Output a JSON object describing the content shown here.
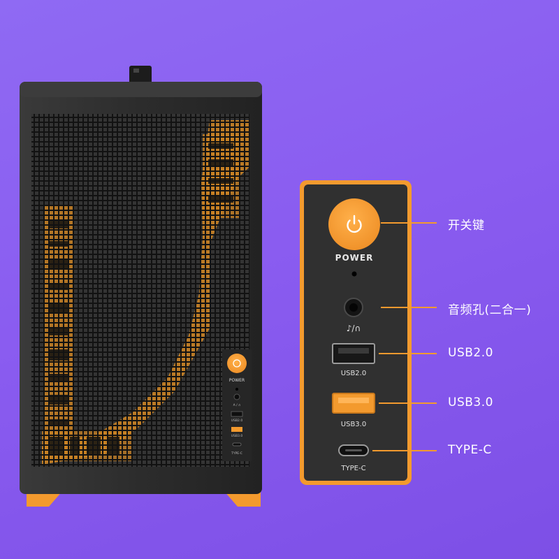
{
  "colors": {
    "background": "#8a5cf0",
    "case_body": "#2b2b2b",
    "accent_orange": "#f39a2e",
    "label_text": "#ffffff"
  },
  "case": {
    "front_power_label": "POWER",
    "front_port_labels": [
      "A / ∩",
      "USB2.0",
      "USB3.0",
      "TYPE-C"
    ]
  },
  "panel": {
    "power_label": "POWER",
    "audio_symbol": "♪/∩",
    "usb2_label": "USB2.0",
    "usb3_label": "USB3.0",
    "typec_label": "TYPE-C"
  },
  "callouts": [
    {
      "id": "power",
      "text": "开关键"
    },
    {
      "id": "audio",
      "text": "音频孔(二合一)"
    },
    {
      "id": "usb2",
      "text": "USB2.0"
    },
    {
      "id": "usb3",
      "text": "USB3.0"
    },
    {
      "id": "typec",
      "text": "TYPE-C"
    }
  ],
  "icons": [
    "power-icon",
    "headphone-mic-icon",
    "usb-a-port-icon",
    "usb-c-port-icon"
  ]
}
